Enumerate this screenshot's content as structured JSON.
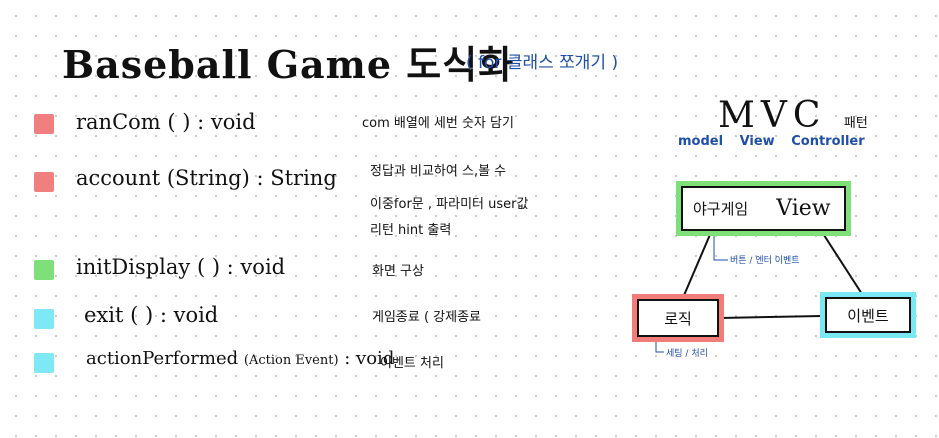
{
  "title": "Baseball Game 도식화",
  "subtitle": "( for 클래스 쪼개기 )",
  "rows": [
    {
      "method": "ranCom ( ) : void",
      "desc": "com 배열에 세번 숫자 담기",
      "color": "#f08080"
    },
    {
      "method": "account (String) : String",
      "desc": "정답과 비교하여 스,볼 수",
      "desc2": "이중for문 , 파라미터 user값",
      "desc3": "리턴 hint 출력",
      "color": "#f08080"
    },
    {
      "method": "initDisplay ( ) : void",
      "desc": "화면 구상",
      "color": "#7fe07a"
    },
    {
      "method": "exit ( ) : void",
      "desc": "게임종료 ( 강제종료",
      "color": "#7fe8f5"
    },
    {
      "method": "actionPerformed",
      "method_arg": "(Action Event)",
      "method_ret": ": void",
      "desc": "이벤트 처리",
      "color": "#7fe8f5"
    }
  ],
  "mvc": {
    "title": "MVC",
    "title_suffix": "패턴",
    "subtitle": "model View Controller",
    "view_node": {
      "label": "야구게임",
      "label2": "View",
      "color": "#7fe07a"
    },
    "logic_node": {
      "label": "로직",
      "color": "#f08080"
    },
    "event_node": {
      "label": "이벤트",
      "color": "#7fe8f5"
    },
    "view_note": "버튼 / 엔터 이벤트",
    "logic_note": "세팅 / 처리"
  }
}
